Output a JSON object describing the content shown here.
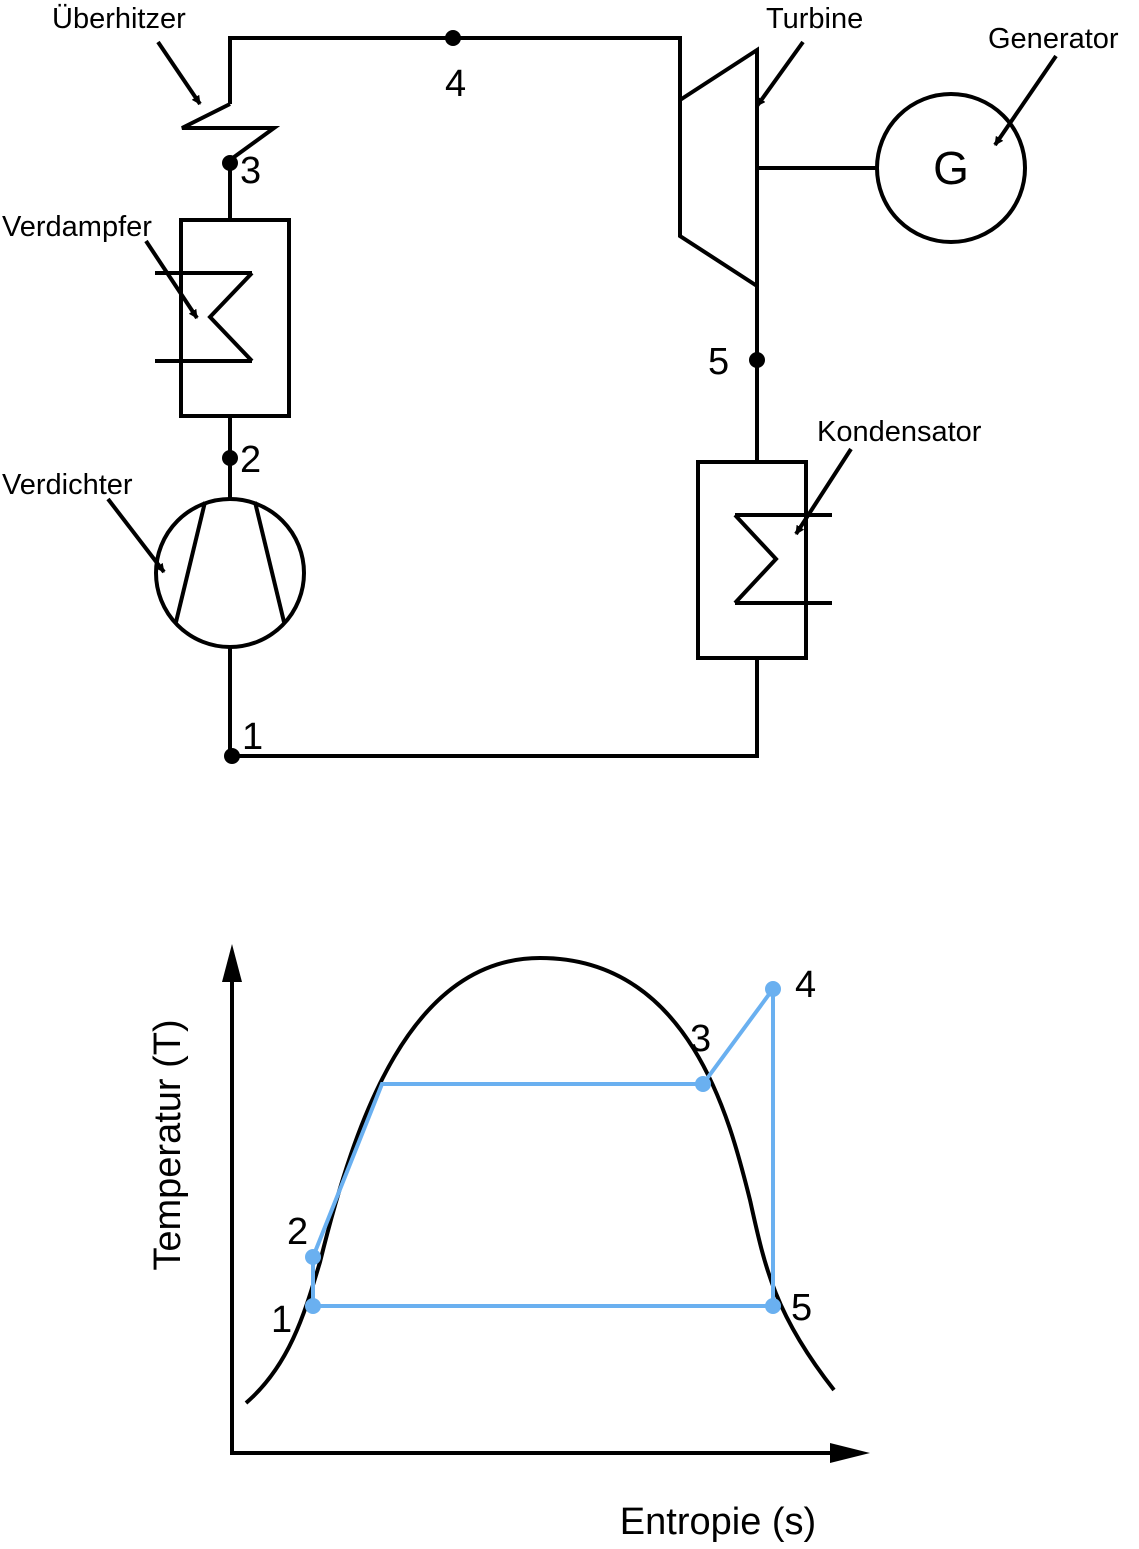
{
  "schematic": {
    "components": {
      "superheater": "Überhitzer",
      "turbine": "Turbine",
      "generator": "Generator",
      "generator_symbol": "G",
      "evaporator": "Verdampfer",
      "compressor": "Verdichter",
      "condenser": "Kondensator"
    },
    "points": [
      "1",
      "2",
      "3",
      "4",
      "5"
    ]
  },
  "ts_diagram": {
    "xlabel": "Entropie (s)",
    "ylabel": "Temperatur (T)",
    "points": [
      "1",
      "2",
      "3",
      "4",
      "5"
    ],
    "colors": {
      "cycle": "#6ab0f0",
      "dome": "#000000"
    }
  }
}
